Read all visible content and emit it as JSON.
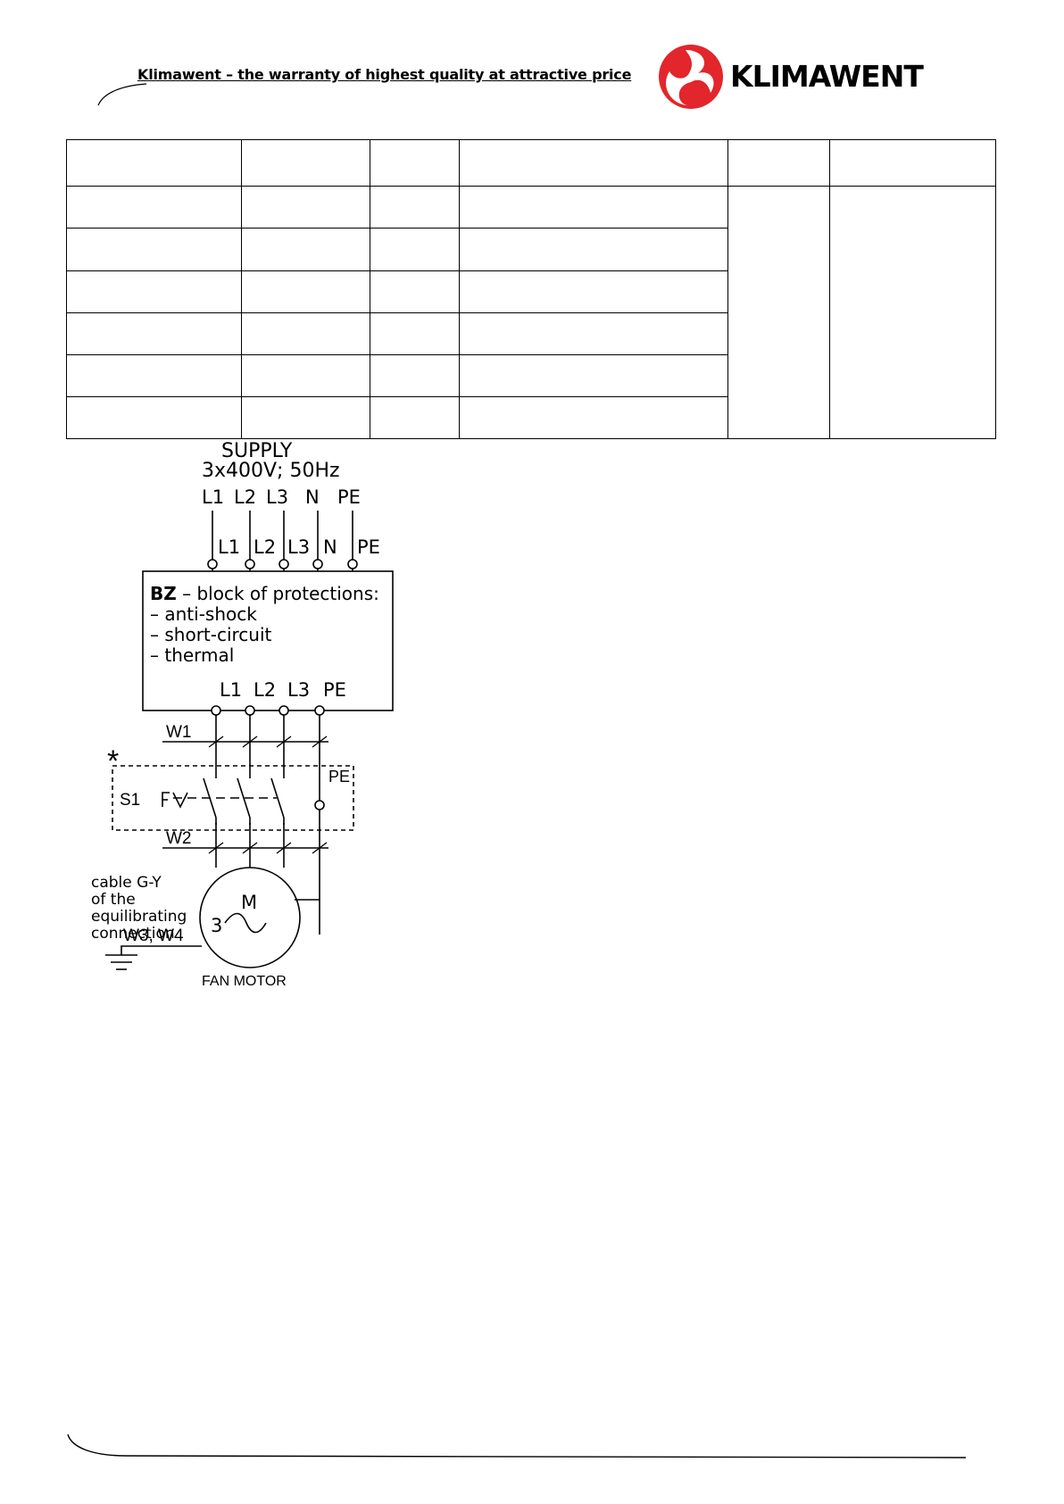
{
  "header": {
    "tagline": "Klimawent – the warranty of highest quality at attractive price",
    "brand": "KLIMAWENT",
    "logo_color": "#e2262b"
  },
  "table": {
    "rows": 7,
    "cols": 6
  },
  "diagram": {
    "supply_title": "SUPPLY",
    "supply_spec": "3x400V; 50Hz",
    "supply_terminals": [
      "L1",
      "L2",
      "L3",
      "N",
      "PE"
    ],
    "block_inputs": [
      "L1",
      "L2",
      "L3",
      "N",
      "PE"
    ],
    "block_title_bold": "BZ",
    "block_title_rest": " – block of protections:",
    "block_items": [
      "– anti-shock",
      "– short-circuit",
      "– thermal"
    ],
    "block_outputs": [
      "L1",
      "L2",
      "L3",
      "PE"
    ],
    "w1": "W1",
    "asterisk": "*",
    "s1": "S1",
    "pe_switch": "PE",
    "w2": "W2",
    "cable_note": [
      "cable G-Y",
      "of the",
      "equilibrating",
      "connection"
    ],
    "w34": "W3, W4",
    "motor_m": "M",
    "motor_3": "3",
    "motor_label": "FAN  MOTOR"
  }
}
